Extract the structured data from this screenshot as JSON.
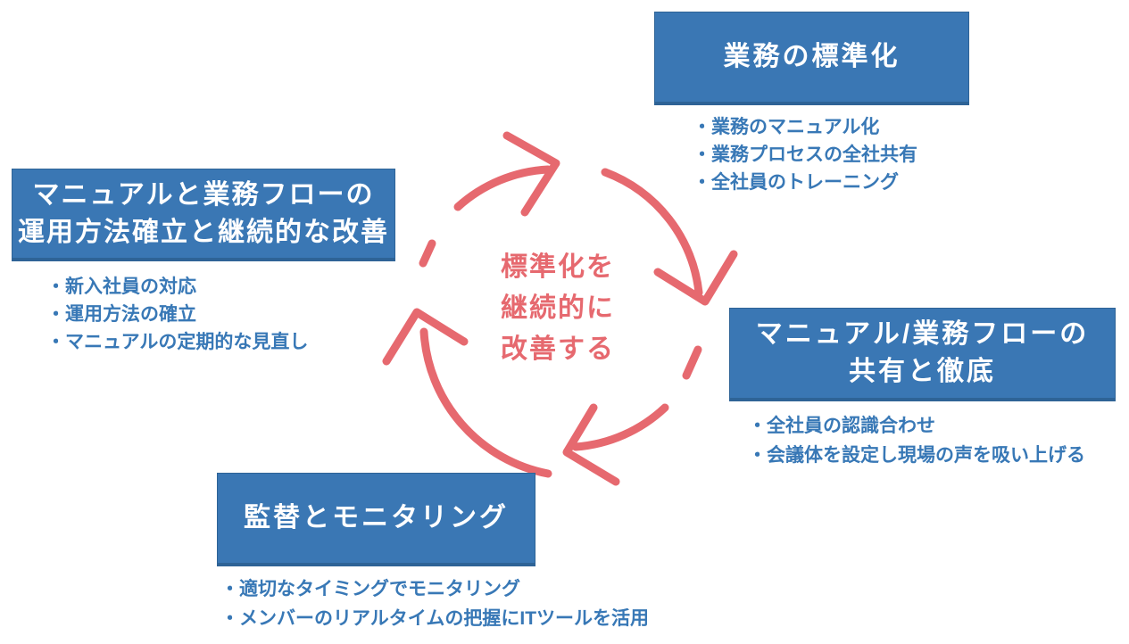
{
  "colors": {
    "box-blue": "#3A77B4",
    "box-edge": "#2E6396",
    "text-blue": "#3878B6",
    "arrow-red": "#E6696F",
    "bg": "#FFFFFF"
  },
  "icons": {
    "cycle": "clockwise-cycle-arrows"
  },
  "center_text": {
    "lines": [
      "標準化を",
      "継続的に",
      "改善する"
    ]
  },
  "boxes": {
    "top": {
      "title_lines": [
        "業務の標準化"
      ],
      "bullets": [
        "・業務のマニュアル化",
        "・業務プロセスの全社共有",
        "・全社員のトレーニング"
      ]
    },
    "right": {
      "title_lines": [
        "マニュアル/業務フローの",
        "共有と徹底"
      ],
      "bullets": [
        "・全社員の認識合わせ",
        "・会議体を設定し現場の声を吸い上げる"
      ]
    },
    "bottom": {
      "title_lines": [
        "監替とモニタリング"
      ],
      "bullets": [
        "・適切なタイミングでモニタリング",
        "・メンバーのリアルタイムの把握にITツールを活用"
      ]
    },
    "left": {
      "title_lines": [
        "マニュアルと業務フローの",
        "運用方法確立と継続的な改善"
      ],
      "bullets": [
        "・新入社員の対応",
        "・運用方法の確立",
        "・マニュアルの定期的な見直し"
      ]
    }
  }
}
